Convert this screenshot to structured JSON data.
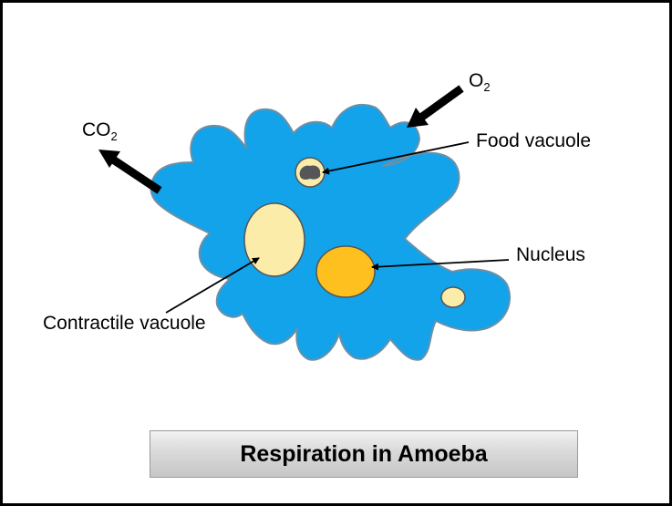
{
  "labels": {
    "co2_base": "CO",
    "co2_sub": "2",
    "o2_base": "O",
    "o2_sub": "2",
    "food_vacuole": "Food vacuole",
    "nucleus": "Nucleus",
    "contractile_vacuole": "Contractile vacuole"
  },
  "caption": "Respiration in Amoeba",
  "colors": {
    "cytoplasm": "#12a3ea",
    "vacuole": "#fbecaa",
    "nucleus": "#fdc01e",
    "food_particle": "#55555a",
    "arrow": "#000000",
    "frame": "#000000"
  }
}
